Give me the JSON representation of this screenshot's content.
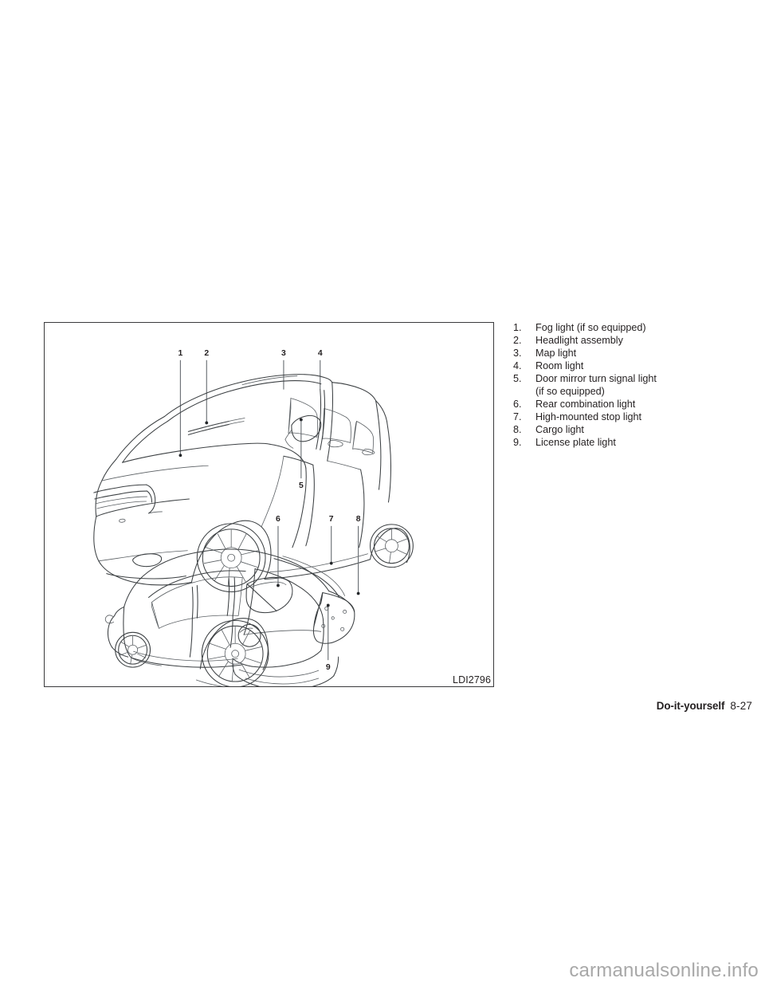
{
  "figure": {
    "caption": "LDI2796",
    "views": [
      {
        "name": "front-three-quarter-view",
        "callouts": [
          "1",
          "2",
          "3",
          "4",
          "5"
        ]
      },
      {
        "name": "rear-three-quarter-view",
        "callouts": [
          "6",
          "7",
          "8",
          "9"
        ]
      }
    ],
    "callout_labels": {
      "c1": "1",
      "c2": "2",
      "c3": "3",
      "c4": "4",
      "c5": "5",
      "c6": "6",
      "c7": "7",
      "c8": "8",
      "c9": "9"
    }
  },
  "parts_list": [
    {
      "num": "1.",
      "label": "Fog light (if so equipped)"
    },
    {
      "num": "2.",
      "label": "Headlight assembly"
    },
    {
      "num": "3.",
      "label": "Map light"
    },
    {
      "num": "4.",
      "label": "Room light"
    },
    {
      "num": "5.",
      "label": "Door mirror turn signal light",
      "sublabel": "(if so equipped)"
    },
    {
      "num": "6.",
      "label": "Rear combination light"
    },
    {
      "num": "7.",
      "label": "High-mounted stop light"
    },
    {
      "num": "8.",
      "label": "Cargo light"
    },
    {
      "num": "9.",
      "label": "License plate light"
    }
  ],
  "footer": {
    "section": "Do-it-yourself",
    "page": "8-27"
  },
  "watermark": {
    "text": "carmanualsonline.info",
    "color": "#a8a8a8"
  },
  "colors": {
    "text": "#231f20",
    "line": "#3c4043",
    "box_border": "#3a3a3c",
    "page_background": "#ffffff"
  }
}
